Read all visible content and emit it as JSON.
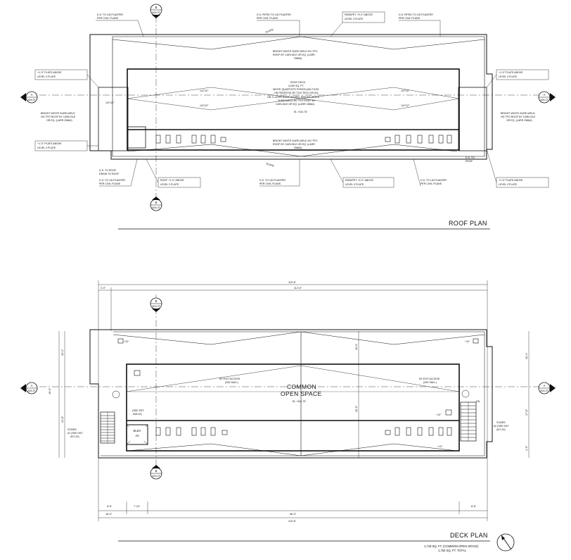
{
  "roof_plan": {
    "title": "ROOF PLAN",
    "section_a": {
      "letter": "A",
      "sheet": "A04.2T"
    },
    "section_b": {
      "letter": "B",
      "sheet": "A04.2T"
    },
    "notes": {
      "ds_lid_planter_1": "D.S. TO LID PLANTER",
      "per_civil_1": "PER CIVIL PLANS",
      "ds_piped_lid": "D.S. PIPED TO LID PLANTER",
      "per_civil_2": "PER CIVIL PLANS",
      "parapet_top_1": "PARAPET +3'-0\" ABOVE",
      "level3_top_1": "LEVEL 3 PLATE",
      "ds_piped_lid_2": "D.S. PIPED TO LID PLANTER",
      "per_civil_3": "PER CIVIL PLANS",
      "plate_above_left": "+1'-0\" PLATE ABOVE",
      "level3_left": "LEVEL 3 PLATE",
      "plate_above_right": "+1'-0\" PLATE ABOVE",
      "level3_right": "LEVEL 3 PLATE",
      "tpo_top_1": "BRIGHT WHITE SURE-WELD HG TPO",
      "tpo_top_2": "ROOF BY CARLISLE OR EQ. (LARR",
      "tpo_top_3": "25864)",
      "deck_1": "ROOF DECK",
      "deck_2": "4,250 SQ. FT.",
      "deck_3": "WHITE QUARTZITE PORCELAIN TILES",
      "deck_4": "ON PEDESTAL BY TILE TECH OR EQ.",
      "deck_5": "ON 1 LAYER ROOF BOARD, BRIGHT WHITE",
      "deck_6": "SURE-WELD HG TPO ROOF BY",
      "deck_7": "CARLISLE OR EQ. (LARR 25864)",
      "el": "EL +431.75'",
      "tpo_left_1": "BRIGHT WHITE SURE-WELD",
      "tpo_left_2": "HG TPO ROOF BY CARLISLE",
      "tpo_left_3": "OR EQ. (LARR 25864)",
      "tpo_right_1": "BRIGHT WHITE SURE-WELD",
      "tpo_right_2": "HG TPO ROOF BY CARLISLE",
      "tpo_right_3": "OR EQ. (LARR 25864)",
      "plate_above_left2": "+1'-0\" PLATE ABOVE",
      "level3_left2": "LEVEL 3 PLATE",
      "tpo_bot_1": "BRIGHT WHITE SURE-WELD HG TPO",
      "tpo_bot_2": "ROOF BY CARLISLE OR EQ. (LARR",
      "tpo_bot_3": "25864)",
      "ds_roof_1": "D.S. TO ROOF",
      "ds_roof_2": "DRAIN TO ROOF",
      "ds_lid_bot_1": "D.S. TO LID PLANTER",
      "per_civil_bot_1": "PER CIVIL PLANS",
      "roof_plate_above": "ROOF +1'-0\" ABOVE",
      "level3_bot_1": "LEVEL 3 PLATE",
      "ds_lid_bot_2": "D.S. TO LID PLANTER",
      "per_civil_bot_2": "PER CIVIL PLANS",
      "parapet_bot": "PARAPET +3'-0\" ABOVE",
      "level3_bot_2": "LEVEL 3 PLATE",
      "ds_lid_bot_3": "D.S. TO LID PLANTER",
      "per_civil_bot_3": "PER CIVIL PLANS",
      "ds_to_roof_r1": "D.S. TO",
      "ds_to_roof_r2": "ROOF",
      "plate_bot_right": "+1'-0\" PLATE ABOVE",
      "level3_bot_right": "LEVEL 3 PLATE",
      "slope_1": "SLOPE",
      "slope_2": "SLOPE",
      "slope_3": "1/4\"/12\"",
      "slope_4": "1/4\"/12\"",
      "slope_5": "1/4\"/12\"",
      "slope_6": "1/4\"/12\"",
      "slope_7": "1/4\"/12\""
    }
  },
  "deck_plan": {
    "title": "DECK PLAN",
    "section_a": {
      "letter": "A",
      "sheet": "A04.2T"
    },
    "section_b": {
      "letter": "B",
      "sheet": "A04.2T"
    },
    "area_1": "1,719 SQ. FT. (COMMON OPEN SPACE)",
    "area_2": "1,752 SQ. FT. TOTAL",
    "common_1": "COMMON",
    "common_2": "OPEN SPACE",
    "elev_1": "ELEV",
    "elev_2": "A2",
    "exit_left_1": "50' EXIT ACCESS",
    "exit_left_2": "(200' MAX.)",
    "exit_right_1": "50' EXIT ACCESS",
    "exit_right_2": "(200' MAX.)",
    "el": "EL +431.75'",
    "stairs_left_1": "STAIRS",
    "stairs_left_2": "#1 (SEE SHT.",
    "stairs_left_3": "A07.20)",
    "stairs_right_1": "STAIRS",
    "stairs_right_2": "#2 (SEE SHT.",
    "stairs_right_3": "A07.20)",
    "see_sht_1": "(SEE SHT.",
    "see_sht_2": "A06.20)",
    "dn": "DN",
    "dims": {
      "overall_top": "115'-8\"",
      "inner_top": "112'-6\"",
      "left_short": "3'-0\"",
      "overall_bot": "115'-8\"",
      "inner_bot": "98'-0\"",
      "left_a": "18'-0\"",
      "left_b": "8'-6\"",
      "left_c": "7'-10\"",
      "right_a": "8'-6\"",
      "v_left_total": "49'-0\"",
      "v_left_1": "10'-4\"",
      "v_left_2": "24'-8\"",
      "v_right_1": "10'-4\"",
      "v_right_2": "17'-8\"",
      "v_right_3": "4'-0\"",
      "v_mid_1": "10'-0\"",
      "v_mid_2": "26'-6\"",
      "elev_1": "+12\"",
      "elev_2": "+12\"",
      "elev_3": "+12\"",
      "elev_4": "+12\""
    }
  }
}
